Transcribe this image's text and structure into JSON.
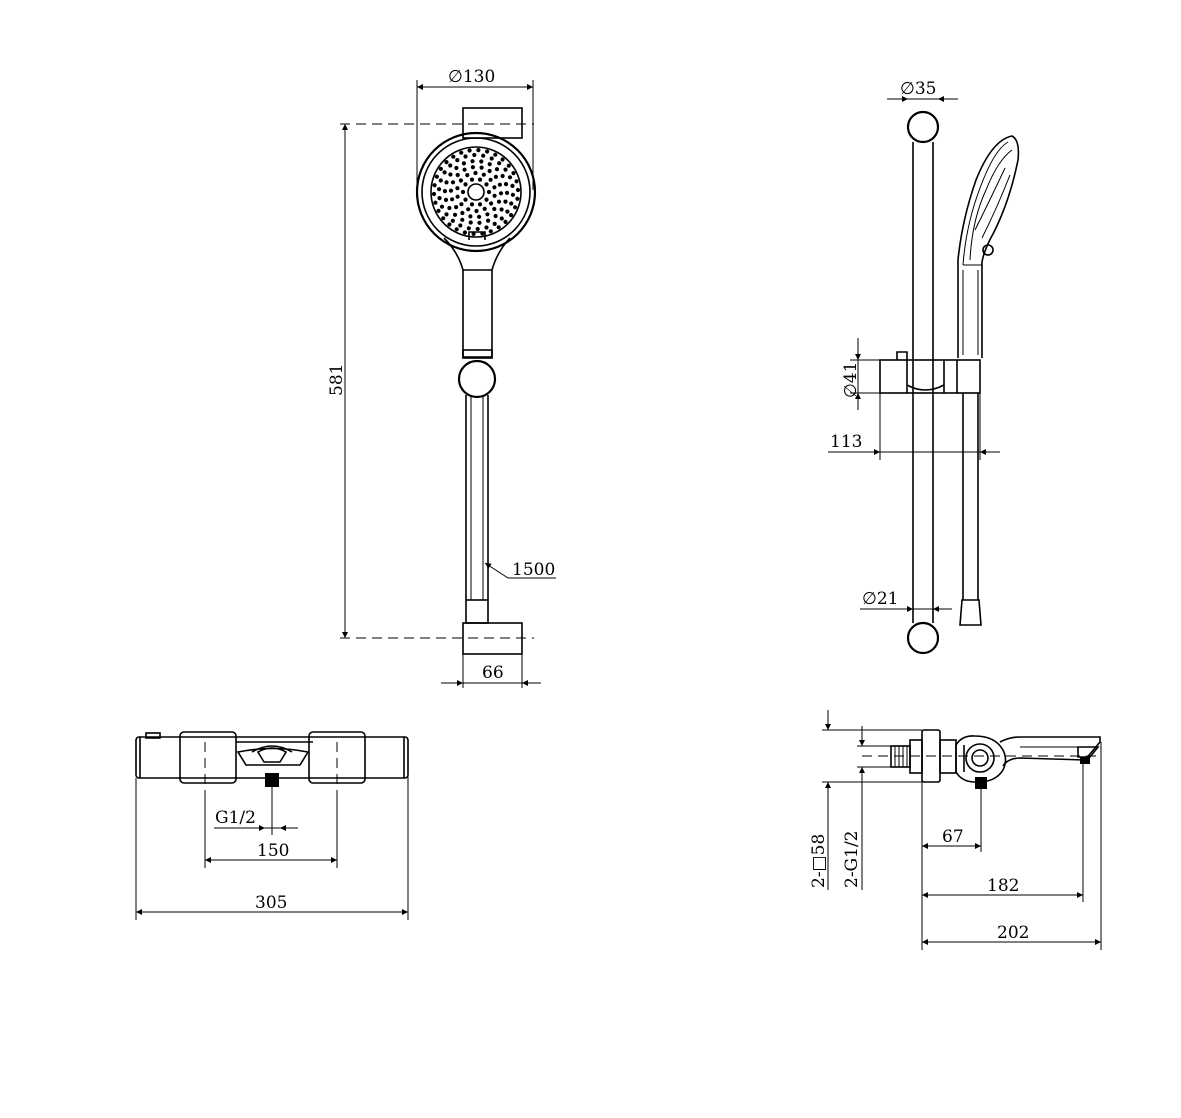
{
  "dimensions": {
    "head_diameter": "130",
    "total_height": "581",
    "hose_length": "1500",
    "wall_outlet_width": "66",
    "rail_diameter": "35",
    "holder_diameter": "41",
    "holder_projection": "113",
    "rail_bottom_diameter": "21",
    "mixer_inlet_thread": "G1/2",
    "mixer_center_distance": "150",
    "mixer_length": "305",
    "escutcheon_size": "2-□58",
    "inlet_threads": "2-G1/2",
    "outlet_offset": "67",
    "body_depth": "182",
    "overall_depth": "202"
  },
  "diameter_symbol": "∅"
}
